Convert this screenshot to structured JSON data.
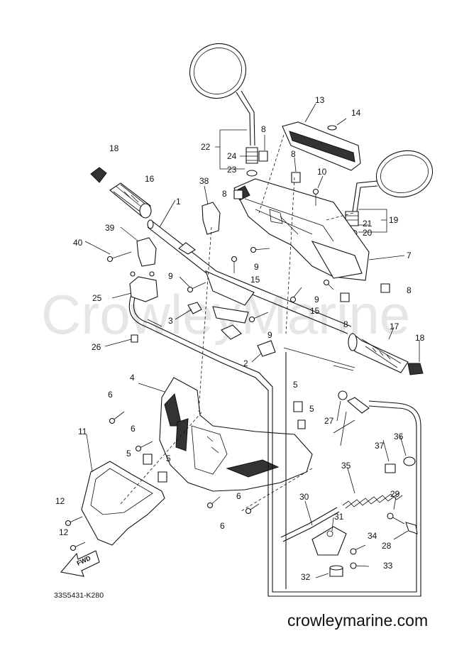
{
  "watermark": "CrowleyMarine",
  "diagram_code": "33S5431-K280",
  "website": "crowleymarine.com",
  "fwd_label": "FWD",
  "callouts": [
    "1",
    "2",
    "3",
    "4",
    "5",
    "5",
    "5",
    "5",
    "6",
    "6",
    "6",
    "6",
    "7",
    "8",
    "8",
    "8",
    "8",
    "8",
    "9",
    "9",
    "9",
    "9",
    "10",
    "11",
    "12",
    "12",
    "13",
    "14",
    "15",
    "15",
    "16",
    "17",
    "18",
    "18",
    "19",
    "20",
    "21",
    "22",
    "23",
    "24",
    "25",
    "26",
    "27",
    "28",
    "29",
    "30",
    "31",
    "32",
    "33",
    "34",
    "35",
    "36",
    "37",
    "38",
    "39",
    "40"
  ]
}
